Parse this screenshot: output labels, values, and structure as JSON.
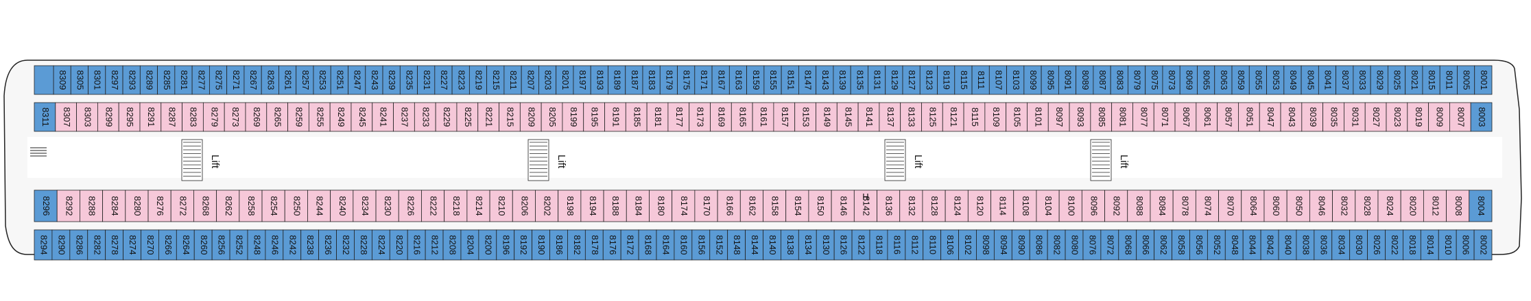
{
  "colors": {
    "outside": "#5b9bd5",
    "inside": "#f6c8d9",
    "stroke": "#222222",
    "hull": "#f7f7f7"
  },
  "labels": {
    "lift": "Lift",
    "h": "H"
  },
  "rows": {
    "top_outer": [
      "8309",
      "8305",
      "8301",
      "8297",
      "8293",
      "8289",
      "8285",
      "8281",
      "8277",
      "8275",
      "8271",
      "8267",
      "8263",
      "8261",
      "8257",
      "8253",
      "8251",
      "8247",
      "8243",
      "8239",
      "8235",
      "8231",
      "8227",
      "8223",
      "8219",
      "8215",
      "8211",
      "8207",
      "8203",
      "8201",
      "8197",
      "8193",
      "8189",
      "8187",
      "8183",
      "8179",
      "8175",
      "8171",
      "8167",
      "8163",
      "8159",
      "8155",
      "8151",
      "8147",
      "8143",
      "8139",
      "8135",
      "8131",
      "8129",
      "8127",
      "8123",
      "8119",
      "8115",
      "8111",
      "8107",
      "8103",
      "8099",
      "8095",
      "8091",
      "8089",
      "8087",
      "8083",
      "8079",
      "8075",
      "8073",
      "8069",
      "8065",
      "8063",
      "8059",
      "8055",
      "8053",
      "8049",
      "8045",
      "8041",
      "8037",
      "8033",
      "8029",
      "8025",
      "8021",
      "8015",
      "8011",
      "8005",
      "8001"
    ],
    "top_inner": [
      "8311",
      "8307",
      "8303",
      "8299",
      "8295",
      "8291",
      "8287",
      "8283",
      "8279",
      "8273",
      "8269",
      "8265",
      "8259",
      "8255",
      "8249",
      "8245",
      "8241",
      "8237",
      "8233",
      "8229",
      "8225",
      "8221",
      "8215",
      "8209",
      "8205",
      "8199",
      "8195",
      "8191",
      "8185",
      "8181",
      "8177",
      "8173",
      "8169",
      "8165",
      "8161",
      "8157",
      "8153",
      "8149",
      "8145",
      "8141",
      "8137",
      "8133",
      "8125",
      "8121",
      "8115",
      "8109",
      "8105",
      "8101",
      "8097",
      "8093",
      "8085",
      "8081",
      "8077",
      "8071",
      "8067",
      "8061",
      "8057",
      "8051",
      "8047",
      "8043",
      "8039",
      "8035",
      "8031",
      "8027",
      "8023",
      "8019",
      "8009",
      "8007",
      "8003"
    ],
    "bottom_inner": [
      "8296",
      "8292",
      "8288",
      "8284",
      "8280",
      "8276",
      "8272",
      "8268",
      "8262",
      "8258",
      "8254",
      "8250",
      "8244",
      "8240",
      "8234",
      "8230",
      "8226",
      "8222",
      "8218",
      "8214",
      "8210",
      "8206",
      "8202",
      "8198",
      "8194",
      "8188",
      "8184",
      "8180",
      "8174",
      "8170",
      "8166",
      "8162",
      "8158",
      "8154",
      "8150",
      "8146",
      "8142",
      "8136",
      "8132",
      "8128",
      "8124",
      "8120",
      "8114",
      "8108",
      "8104",
      "8100",
      "8096",
      "8092",
      "8088",
      "8084",
      "8078",
      "8074",
      "8070",
      "8064",
      "8060",
      "8050",
      "8046",
      "8032",
      "8028",
      "8024",
      "8020",
      "8012",
      "8008",
      "8004"
    ],
    "bottom_outer": [
      "8294",
      "8290",
      "8286",
      "8282",
      "8278",
      "8274",
      "8270",
      "8266",
      "8264",
      "8260",
      "8256",
      "8252",
      "8248",
      "8246",
      "8242",
      "8238",
      "8236",
      "8232",
      "8228",
      "8224",
      "8220",
      "8216",
      "8212",
      "8208",
      "8204",
      "8200",
      "8196",
      "8192",
      "8190",
      "8186",
      "8182",
      "8178",
      "8176",
      "8172",
      "8168",
      "8164",
      "8160",
      "8156",
      "8152",
      "8148",
      "8144",
      "8140",
      "8138",
      "8134",
      "8130",
      "8126",
      "8122",
      "8118",
      "8116",
      "8112",
      "8110",
      "8106",
      "8102",
      "8098",
      "8094",
      "8090",
      "8086",
      "8082",
      "8080",
      "8076",
      "8072",
      "8068",
      "8066",
      "8062",
      "8058",
      "8056",
      "8052",
      "8048",
      "8044",
      "8042",
      "8040",
      "8038",
      "8036",
      "8034",
      "8030",
      "8026",
      "8022",
      "8018",
      "8014",
      "8010",
      "8006",
      "8002"
    ]
  },
  "top_inner_outside": [
    "8311",
    "8003"
  ],
  "bottom_inner_outside": [
    "8296",
    "8004"
  ],
  "h_cabin": "8142"
}
